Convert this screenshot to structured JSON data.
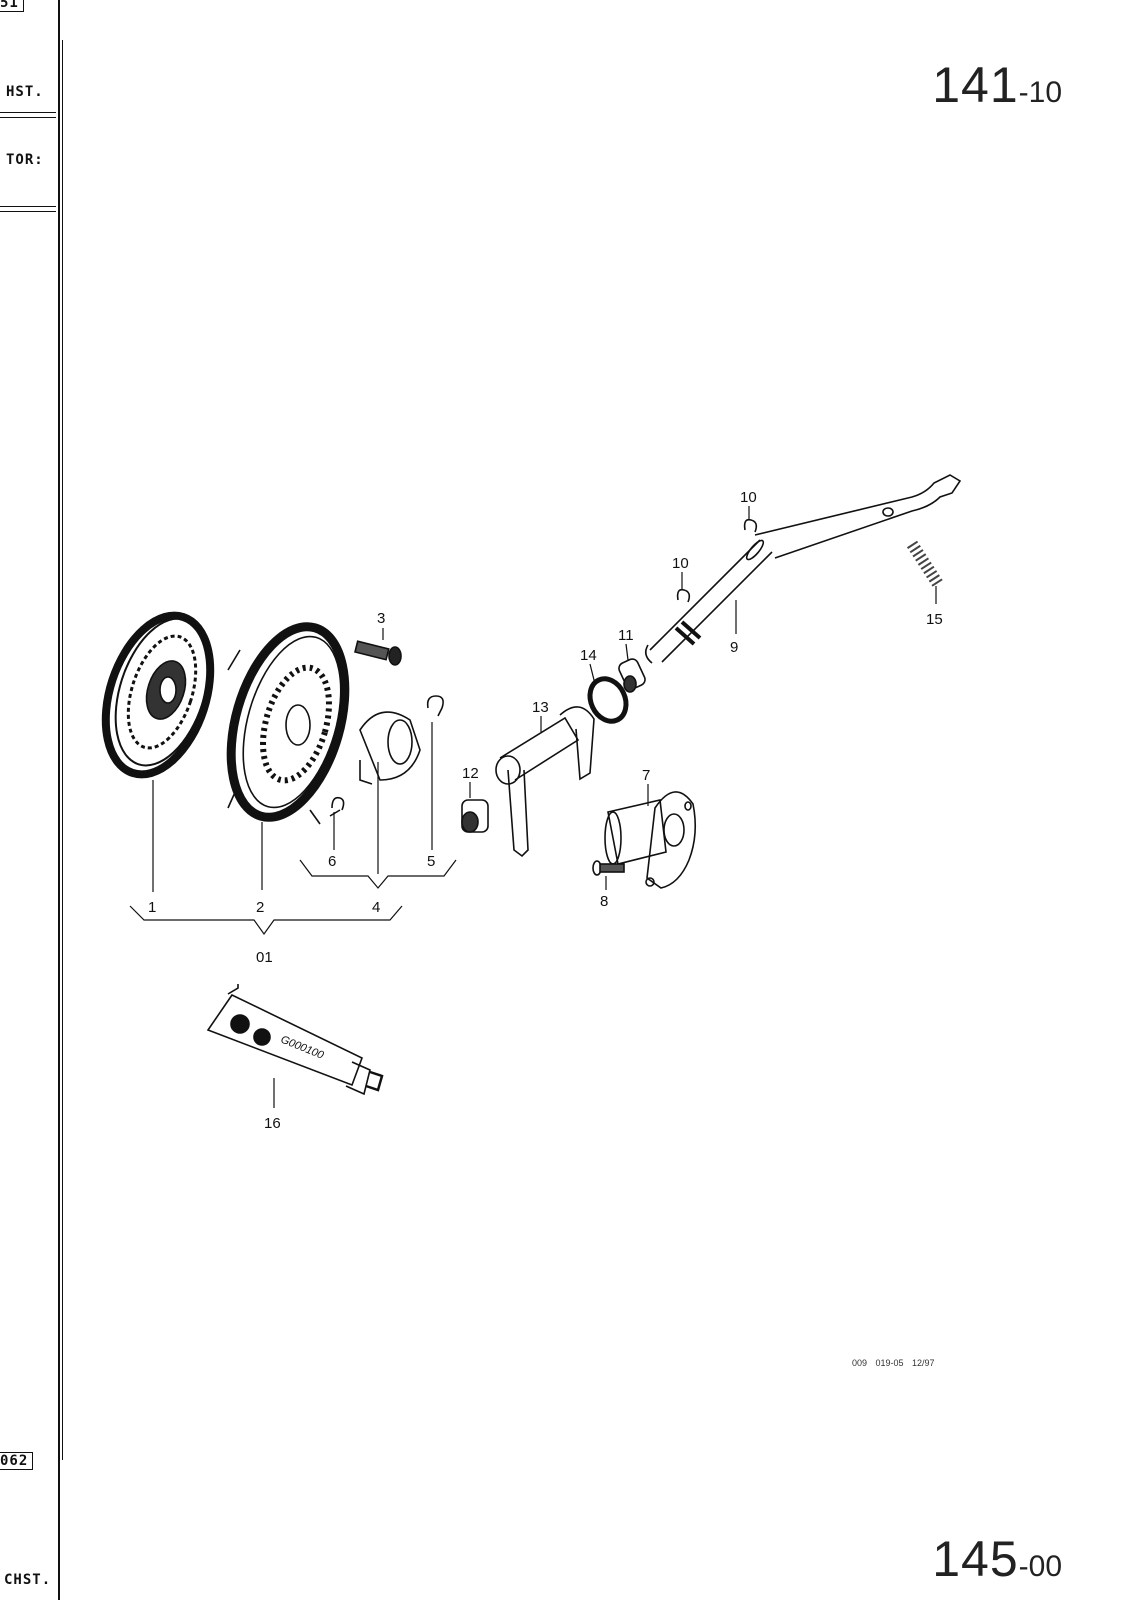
{
  "margin": {
    "top_box": "51",
    "label_1": "HST.",
    "label_2": "TOR:",
    "box_2": "062",
    "label_3": "CHST."
  },
  "page_top": {
    "major": "141",
    "minor": "-10"
  },
  "page_bottom": {
    "major": "145",
    "minor": "-00"
  },
  "reference_code": "009  019-05  12/97",
  "diagram": {
    "callouts": [
      "1",
      "2",
      "3",
      "4",
      "5",
      "6",
      "01",
      "7",
      "8",
      "9",
      "10",
      "10",
      "11",
      "12",
      "13",
      "14",
      "15",
      "16"
    ],
    "tube_text": "G000100"
  }
}
